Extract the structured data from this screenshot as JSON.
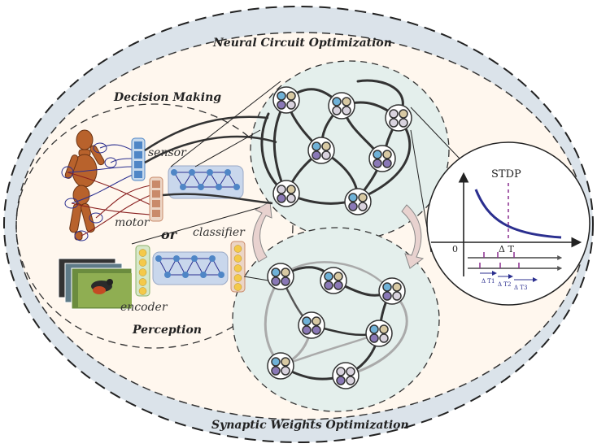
{
  "labels": {
    "neural_circuit": "Neural Circuit Optimization",
    "synaptic_weights": "Synaptic Weights Optimization",
    "decision_making": "Decision Making",
    "perception": "Perception",
    "sensor": "sensor",
    "motor": "motor",
    "or": "or",
    "classifier": "classifier",
    "encoder": "encoder",
    "stdp": "STDP",
    "axis_zero": "0",
    "delta_t": "Δ T",
    "dt1": "Δ T1",
    "dt2": "Δ T2",
    "dt3": "Δ T3"
  },
  "colors": {
    "outer_ring": "#dbe3ea",
    "inner_bg": "#fff7ee",
    "cluster_fill": "#e4efec",
    "stdp_curve": "#2b2f8f",
    "stdp_dash": "#8a2d8f",
    "sensor_cell": "#4f86c6",
    "motor_cell": "#c98a6a",
    "io_cell": "#f4c94a",
    "neuron_blue": "#6fb1d7",
    "neuron_tan": "#d8c9a3",
    "neuron_purple": "#8a78b6",
    "neuron_gray": "#d9d3de",
    "arrow_fill": "#e8d2cf"
  },
  "icons": [
    "robot-figure-icon",
    "bird-photo-icon"
  ]
}
